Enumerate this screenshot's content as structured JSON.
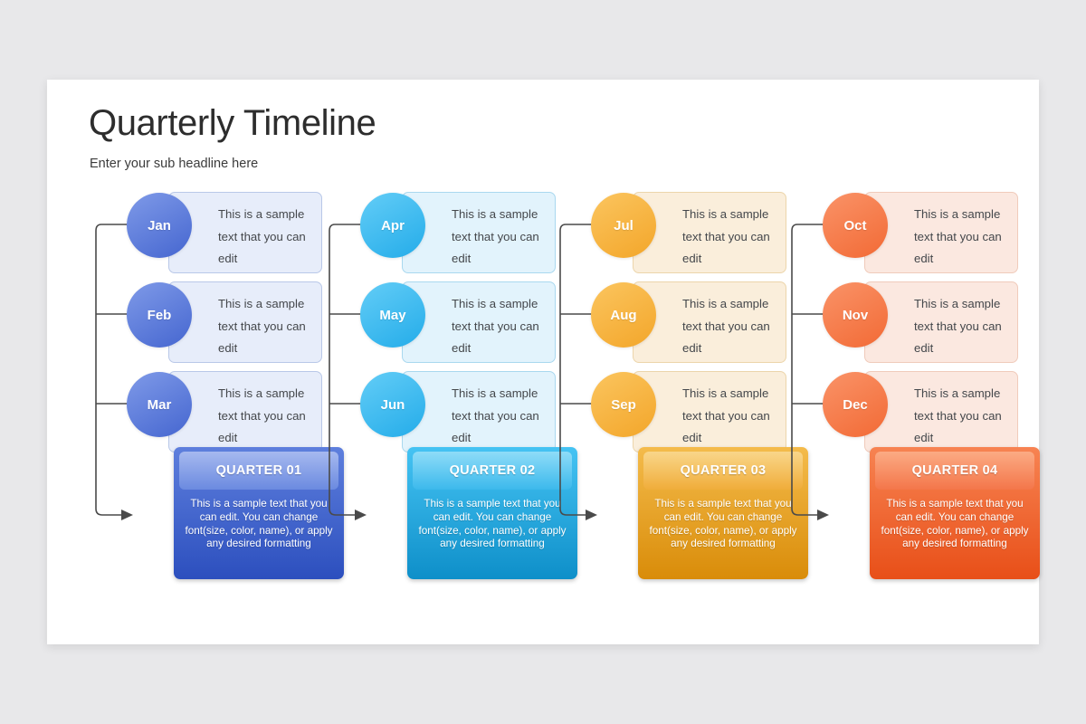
{
  "slide": {
    "title": "Quarterly Timeline",
    "subtitle": "Enter your sub headline here"
  },
  "canvas": {
    "background": "#e8e8ea",
    "slide_background": "#ffffff"
  },
  "columns": [
    {
      "quarter_label": "QUARTER 01",
      "quarter_body": "This is a sample text that you can edit. You can change font(size, color, name), or apply any desired formatting",
      "accent": "#4a6fd4",
      "circle_from": "#7f9ae8",
      "circle_to": "#4566d0",
      "card_bg": "#e7edfa",
      "card_border": "#b9c8e8",
      "box_from": "#5e7fdd",
      "box_to": "#2c4fbe",
      "header_from": "#a6b9ef",
      "header_to": "#6b8ae0",
      "months": [
        {
          "name": "Jan",
          "text": "This is a sample text that you can edit"
        },
        {
          "name": "Feb",
          "text": "This is a sample text that you can edit"
        },
        {
          "name": "Mar",
          "text": "This is a sample text that you can edit"
        }
      ]
    },
    {
      "quarter_label": "QUARTER 02",
      "quarter_body": "This is a sample text that you can edit. You can change font(size, color, name), or apply any desired formatting",
      "accent": "#2eb3ef",
      "circle_from": "#63cdf7",
      "circle_to": "#24ace9",
      "card_bg": "#e2f3fc",
      "card_border": "#a9d8ef",
      "box_from": "#45c3f3",
      "box_to": "#0e8fc9",
      "header_from": "#8edcf8",
      "header_to": "#3cb9ec",
      "months": [
        {
          "name": "Apr",
          "text": "This is a sample text that you can edit"
        },
        {
          "name": "May",
          "text": "This is a sample text that you can edit"
        },
        {
          "name": "Jun",
          "text": "This is a sample text that you can edit"
        }
      ]
    },
    {
      "quarter_label": "QUARTER 03",
      "quarter_body": "This is a sample text that you can edit. You can change font(size, color, name), or apply any desired formatting",
      "accent": "#f0a830",
      "circle_from": "#fbc55f",
      "circle_to": "#f3a62a",
      "card_bg": "#faeedb",
      "card_border": "#ecd5ab",
      "box_from": "#f4bb4b",
      "box_to": "#d98c09",
      "header_from": "#f9d68a",
      "header_to": "#f0ad3a",
      "months": [
        {
          "name": "Jul",
          "text": "This is a sample text that you can edit"
        },
        {
          "name": "Aug",
          "text": "This is a sample text that you can edit"
        },
        {
          "name": "Sep",
          "text": "This is a sample text that you can edit"
        }
      ]
    },
    {
      "quarter_label": "QUARTER 04",
      "quarter_body": "This is a sample text that you can edit. You can change font(size, color, name), or apply any desired formatting",
      "accent": "#f2703c",
      "circle_from": "#fa9368",
      "circle_to": "#f26a35",
      "card_bg": "#fbe8e0",
      "card_border": "#f0cbbb",
      "box_from": "#f78352",
      "box_to": "#e84f18",
      "header_from": "#fbab84",
      "header_to": "#f4764a",
      "months": [
        {
          "name": "Oct",
          "text": "This is a sample text that you can edit"
        },
        {
          "name": "Nov",
          "text": "This is a sample text that you can edit"
        },
        {
          "name": "Dec",
          "text": "This is a sample text that you can edit"
        }
      ]
    }
  ],
  "connector": {
    "color": "#4a4a4a",
    "icon": "arrow-right-icon"
  }
}
